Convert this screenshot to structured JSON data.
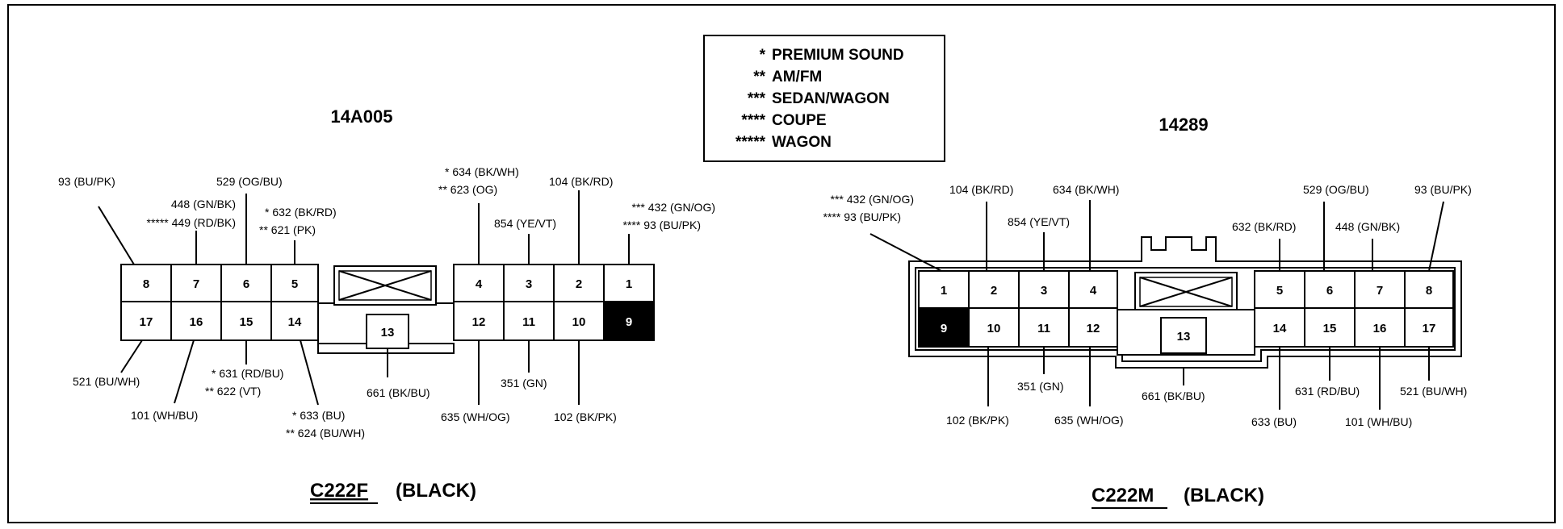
{
  "legend": [
    {
      "stars": "*",
      "text": "PREMIUM SOUND"
    },
    {
      "stars": "**",
      "text": "AM/FM"
    },
    {
      "stars": "***",
      "text": "SEDAN/WAGON"
    },
    {
      "stars": "****",
      "text": "COUPE"
    },
    {
      "stars": "*****",
      "text": "WAGON"
    }
  ],
  "connectors": {
    "female": {
      "part_number": "14A005",
      "name": "C222F",
      "color": "(BLACK)",
      "pins": [
        "8",
        "7",
        "6",
        "5",
        "4",
        "3",
        "2",
        "1",
        "17",
        "16",
        "15",
        "14",
        "12",
        "11",
        "10",
        "9",
        "13"
      ],
      "wires": [
        [
          "93 (BU/PK)"
        ],
        [
          "448 (GN/BK)",
          "***** 449 (RD/BK)"
        ],
        [
          "529 (OG/BU)"
        ],
        [
          "* 632 (BK/RD)",
          "** 621 (PK)"
        ],
        [
          "* 634 (BK/WH)",
          "** 623 (OG)"
        ],
        [
          "854 (YE/VT)"
        ],
        [
          "104 (BK/RD)"
        ],
        [
          "*** 432 (GN/OG)",
          "**** 93 (BU/PK)"
        ],
        [
          "521 (BU/WH)"
        ],
        [
          "101 (WH/BU)"
        ],
        [
          "* 631 (RD/BU)",
          "** 622 (VT)"
        ],
        [
          "* 633 (BU)",
          "** 624 (BU/WH)"
        ],
        [
          "661 (BK/BU)"
        ],
        [
          "635 (WH/OG)"
        ],
        [
          "351 (GN)"
        ],
        [
          "102 (BK/PK)"
        ]
      ]
    },
    "male": {
      "part_number": "14289",
      "name": "C222M",
      "color": "(BLACK)",
      "pins": [
        "1",
        "2",
        "3",
        "4",
        "5",
        "6",
        "7",
        "8",
        "9",
        "10",
        "11",
        "12",
        "14",
        "15",
        "16",
        "17",
        "13"
      ],
      "wires": [
        [
          "*** 432 (GN/OG)",
          "**** 93 (BU/PK)"
        ],
        [
          "104 (BK/RD)"
        ],
        [
          "854 (YE/VT)"
        ],
        [
          "634 (BK/WH)"
        ],
        [
          "632 (BK/RD)"
        ],
        [
          "529 (OG/BU)"
        ],
        [
          "448 (GN/BK)"
        ],
        [
          "93 (BU/PK)"
        ],
        [
          "351 (GN)"
        ],
        [
          "102 (BK/PK)"
        ],
        [
          "635 (WH/OG)"
        ],
        [
          "661 (BK/BU)"
        ],
        [
          "633 (BU)"
        ],
        [
          "631 (RD/BU)"
        ],
        [
          "101 (WH/BU)"
        ],
        [
          "521 (BU/WH)"
        ]
      ]
    }
  }
}
